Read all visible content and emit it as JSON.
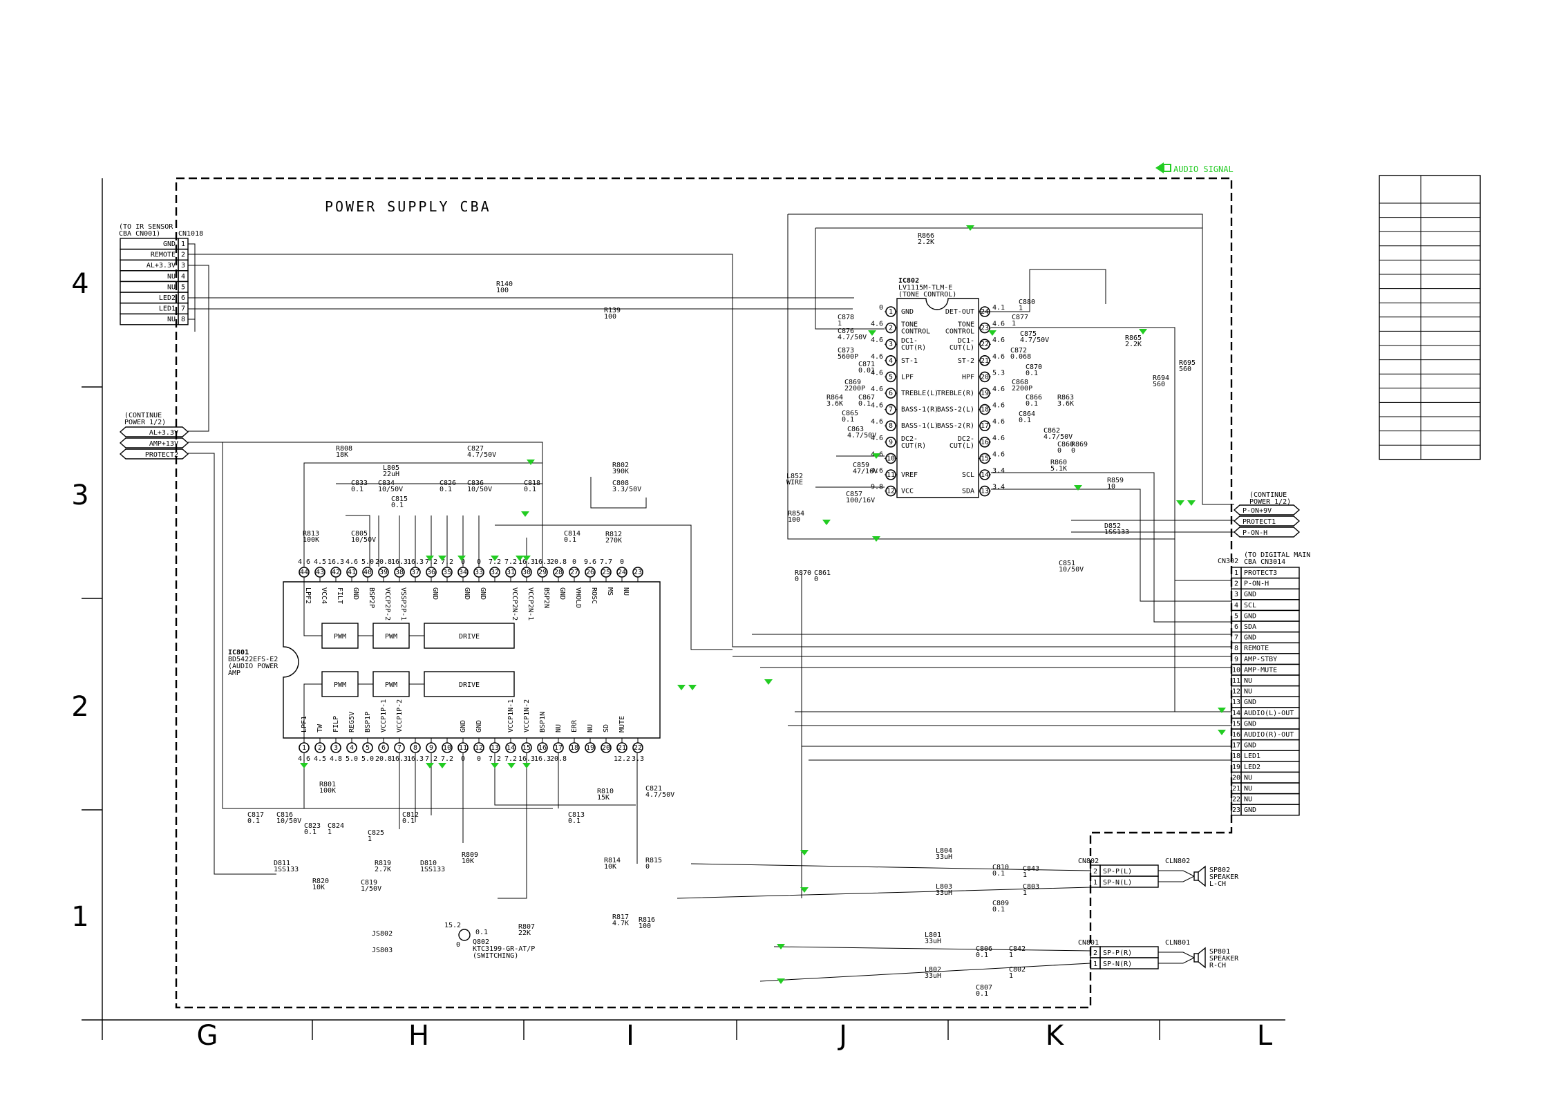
{
  "board": {
    "title": "POWER SUPPLY CBA",
    "legend": "AUDIO SIGNAL"
  },
  "grid": {
    "rows": [
      "4",
      "3",
      "2",
      "1"
    ],
    "cols": [
      "G",
      "H",
      "I",
      "J",
      "K",
      "L"
    ]
  },
  "cn1018": {
    "note1": "(TO IR SENSOR",
    "note2": "CBA CN001)",
    "ref": "CN1018",
    "pins": [
      {
        "label": "GND",
        "num": "1"
      },
      {
        "label": "REMOTE",
        "num": "2"
      },
      {
        "label": "AL+3.3V",
        "num": "3"
      },
      {
        "label": "NU",
        "num": "4"
      },
      {
        "label": "NU",
        "num": "5"
      },
      {
        "label": "LED2",
        "num": "6"
      },
      {
        "label": "LED1",
        "num": "7"
      },
      {
        "label": "NU",
        "num": "8"
      }
    ]
  },
  "continue_left": {
    "note1": "(CONTINUE",
    "note2": "POWER 1/2)",
    "signals": [
      "AL+3.3V",
      "AMP+13V",
      "PROTECT2"
    ]
  },
  "continue_right": {
    "note1": "(CONTINUE",
    "note2": "POWER 1/2)",
    "signals": [
      "P-ON+9V",
      "PROTECT1",
      "P-ON-H"
    ]
  },
  "ic801": {
    "ref": "IC801",
    "part": "BD5422EFS-E2",
    "desc1": "(AUDIO POWER",
    "desc2": "AMP",
    "top_pins": [
      "44",
      "43",
      "42",
      "41",
      "40",
      "39",
      "38",
      "37",
      "36",
      "35",
      "34",
      "33",
      "32",
      "31",
      "30",
      "29",
      "28",
      "27",
      "26",
      "25",
      "24",
      "23"
    ],
    "top_labels": [
      "LPF2",
      "VCC4",
      "FILT",
      "GND",
      "BSP2P",
      "VCCP2P-2",
      "VSSP2P-1",
      "",
      "GND",
      "",
      "GND",
      "GND",
      "",
      "VCCP2N-2",
      "VCCP2N-1",
      "BSP2N",
      "GND",
      "VHOLD",
      "ROSC",
      "MS",
      "NU",
      ""
    ],
    "top_volts": [
      "4.6",
      "4.5",
      "16.3",
      "4.6",
      "5.0",
      "20.8",
      "16.3",
      "16.3",
      "7.2",
      "7.2",
      "0",
      "0",
      "7.2",
      "7.2",
      "16.3",
      "16.3",
      "20.8",
      "0",
      "9.6",
      "7.7",
      "0",
      ""
    ],
    "bot_pins": [
      "1",
      "2",
      "3",
      "4",
      "5",
      "6",
      "7",
      "8",
      "9",
      "10",
      "11",
      "12",
      "13",
      "14",
      "15",
      "16",
      "17",
      "18",
      "19",
      "20",
      "21",
      "22"
    ],
    "bot_labels": [
      "LPF1",
      "TW",
      "FILP",
      "REG5V",
      "BSP1P",
      "VCCP1P-1",
      "VCCP1P-2",
      "",
      "",
      "",
      "GND",
      "GND",
      "",
      "VCCP1N-1",
      "VCCP1N-2",
      "BSP1N",
      "NU",
      "ERR",
      "NU",
      "SD",
      "MUTE",
      ""
    ],
    "bot_volts": [
      "4.6",
      "4.5",
      "4.8",
      "5.0",
      "5.0",
      "20.8",
      "16.3",
      "16.3",
      "7.2",
      "7.2",
      "0",
      "0",
      "7.2",
      "7.2",
      "16.3",
      "16.3",
      "20.8",
      "",
      "",
      "",
      "12.2",
      "3.3"
    ],
    "blocks": [
      "PWM",
      "PWM",
      "DRIVE",
      "PWM",
      "PWM",
      "DRIVE"
    ]
  },
  "ic802": {
    "ref": "IC802",
    "part": "LV1115M-TLM-E",
    "desc": "(TONE CONTROL)",
    "tone_label": "TONE CONTROL",
    "left": [
      {
        "num": "1",
        "label": "GND",
        "v": "0"
      },
      {
        "num": "2",
        "label": "TONE CONTROL",
        "v": "4.6"
      },
      {
        "num": "3",
        "label": "DC1- CUT(R)",
        "v": "4.6"
      },
      {
        "num": "4",
        "label": "ST-1",
        "v": "4.6"
      },
      {
        "num": "5",
        "label": "LPF",
        "v": "4.6"
      },
      {
        "num": "6",
        "label": "TREBLE(L)",
        "v": "4.6"
      },
      {
        "num": "7",
        "label": "BASS-1(R)",
        "v": "4.6"
      },
      {
        "num": "8",
        "label": "BASS-1(L)",
        "v": "4.6"
      },
      {
        "num": "9",
        "label": "DC2- CUT(R)",
        "v": "4.6"
      },
      {
        "num": "10",
        "label": "",
        "v": "4.6"
      },
      {
        "num": "11",
        "label": "VREF",
        "v": "4.6"
      },
      {
        "num": "12",
        "label": "VCC",
        "v": "9.8"
      }
    ],
    "right": [
      {
        "num": "24",
        "label": "DET-OUT",
        "v": "4.1"
      },
      {
        "num": "23",
        "label": "TONE CONTROL",
        "v": "4.6"
      },
      {
        "num": "22",
        "label": "DC1- CUT(L)",
        "v": "4.6"
      },
      {
        "num": "21",
        "label": "ST-2",
        "v": "4.6"
      },
      {
        "num": "20",
        "label": "HPF",
        "v": "5.3"
      },
      {
        "num": "19",
        "label": "TREBLE(R)",
        "v": "4.6"
      },
      {
        "num": "18",
        "label": "BASS-2(L)",
        "v": "4.6"
      },
      {
        "num": "17",
        "label": "BASS-2(R)",
        "v": "4.6"
      },
      {
        "num": "16",
        "label": "DC2- CUT(L)",
        "v": "4.6"
      },
      {
        "num": "15",
        "label": "",
        "v": "4.6"
      },
      {
        "num": "14",
        "label": "SCL",
        "v": "3.4"
      },
      {
        "num": "13",
        "label": "SDA",
        "v": "3.4"
      }
    ]
  },
  "cn302": {
    "ref": "CN302",
    "note1": "(TO DIGITAL MAIN",
    "note2": "CBA CN3014",
    "pins": [
      {
        "num": "1",
        "label": "PROTECT3"
      },
      {
        "num": "2",
        "label": "P-ON-H"
      },
      {
        "num": "3",
        "label": "GND"
      },
      {
        "num": "4",
        "label": "SCL"
      },
      {
        "num": "5",
        "label": "GND"
      },
      {
        "num": "6",
        "label": "SDA"
      },
      {
        "num": "7",
        "label": "GND"
      },
      {
        "num": "8",
        "label": "REMOTE"
      },
      {
        "num": "9",
        "label": "AMP-STBY"
      },
      {
        "num": "10",
        "label": "AMP-MUTE"
      },
      {
        "num": "11",
        "label": "NU"
      },
      {
        "num": "12",
        "label": "NU"
      },
      {
        "num": "13",
        "label": "GND"
      },
      {
        "num": "14",
        "label": "AUDIO(L)-OUT"
      },
      {
        "num": "15",
        "label": "GND"
      },
      {
        "num": "16",
        "label": "AUDIO(R)-OUT"
      },
      {
        "num": "17",
        "label": "GND"
      },
      {
        "num": "18",
        "label": "LED1"
      },
      {
        "num": "19",
        "label": "LED2"
      },
      {
        "num": "20",
        "label": "NU"
      },
      {
        "num": "21",
        "label": "NU"
      },
      {
        "num": "22",
        "label": "NU"
      },
      {
        "num": "23",
        "label": "GND"
      }
    ]
  },
  "speakers": [
    {
      "cn": "CN802",
      "cln": "CLN802",
      "sp": "SP802",
      "desc1": "SPEAKER",
      "desc2": "L-CH",
      "pins": [
        {
          "num": "2",
          "label": "SP-P(L)"
        },
        {
          "num": "1",
          "label": "SP-N(L)"
        }
      ]
    },
    {
      "cn": "CN801",
      "cln": "CLN801",
      "sp": "SP801",
      "desc1": "SPEAKER",
      "desc2": "R-CH",
      "pins": [
        {
          "num": "2",
          "label": "SP-P(R)"
        },
        {
          "num": "1",
          "label": "SP-N(R)"
        }
      ]
    }
  ],
  "q802": {
    "ref": "Q802",
    "part": "KTC3199-GR-AT/P",
    "desc": "(SWITCHING)",
    "v1": "15.2",
    "v2": "0.1",
    "v3": "0"
  },
  "parts": [
    {
      "id": "R140",
      "v": "100"
    },
    {
      "id": "R139",
      "v": "100"
    },
    {
      "id": "R808",
      "v": "18K"
    },
    {
      "id": "C827",
      "v": "4.7/50V"
    },
    {
      "id": "L805",
      "v": "22uH"
    },
    {
      "id": "C833",
      "v": "0.1"
    },
    {
      "id": "C834",
      "v": "10/50V"
    },
    {
      "id": "C826",
      "v": "0.1"
    },
    {
      "id": "C836",
      "v": "10/50V"
    },
    {
      "id": "C818",
      "v": "0.1"
    },
    {
      "id": "R802",
      "v": "390K"
    },
    {
      "id": "C808",
      "v": "3.3/50V"
    },
    {
      "id": "C815",
      "v": "0.1"
    },
    {
      "id": "R813",
      "v": "100K"
    },
    {
      "id": "C805",
      "v": "10/50V"
    },
    {
      "id": "C814",
      "v": "0.1"
    },
    {
      "id": "R812",
      "v": "270K"
    },
    {
      "id": "R801",
      "v": "100K"
    },
    {
      "id": "C817",
      "v": "0.1"
    },
    {
      "id": "C816",
      "v": "10/50V"
    },
    {
      "id": "C823",
      "v": "0.1"
    },
    {
      "id": "C824",
      "v": "1"
    },
    {
      "id": "C825",
      "v": "1"
    },
    {
      "id": "C812",
      "v": "0.1"
    },
    {
      "id": "R810",
      "v": "15K"
    },
    {
      "id": "C821",
      "v": "4.7/50V"
    },
    {
      "id": "C813",
      "v": "0.1"
    },
    {
      "id": "R809",
      "v": "10K"
    },
    {
      "id": "R814",
      "v": "10K"
    },
    {
      "id": "R815",
      "v": "0"
    },
    {
      "id": "D811",
      "v": "1SS133"
    },
    {
      "id": "R820",
      "v": "10K"
    },
    {
      "id": "C819",
      "v": "1/50V"
    },
    {
      "id": "R819",
      "v": "2.7K"
    },
    {
      "id": "D810",
      "v": "1SS133"
    },
    {
      "id": "R817",
      "v": "4.7K"
    },
    {
      "id": "R816",
      "v": "100"
    },
    {
      "id": "R807",
      "v": "22K"
    },
    {
      "id": "JS802",
      "v": ""
    },
    {
      "id": "JS803",
      "v": ""
    },
    {
      "id": "R866",
      "v": "2.2K"
    },
    {
      "id": "R865",
      "v": "2.2K"
    },
    {
      "id": "R695",
      "v": "560"
    },
    {
      "id": "R694",
      "v": "560"
    },
    {
      "id": "C878",
      "v": "1"
    },
    {
      "id": "C876",
      "v": "4.7/50V"
    },
    {
      "id": "C873",
      "v": "5600P"
    },
    {
      "id": "C871",
      "v": "0.01"
    },
    {
      "id": "C869",
      "v": "2200P"
    },
    {
      "id": "C867",
      "v": "0.1"
    },
    {
      "id": "R864",
      "v": "3.6K"
    },
    {
      "id": "C865",
      "v": "0.1"
    },
    {
      "id": "C863",
      "v": "4.7/50V"
    },
    {
      "id": "C880",
      "v": "1"
    },
    {
      "id": "C877",
      "v": "1"
    },
    {
      "id": "C875",
      "v": "4.7/50V"
    },
    {
      "id": "C872",
      "v": "0.068"
    },
    {
      "id": "C870",
      "v": "0.1"
    },
    {
      "id": "C868",
      "v": "2200P"
    },
    {
      "id": "C866",
      "v": "0.1"
    },
    {
      "id": "R863",
      "v": "3.6K"
    },
    {
      "id": "C864",
      "v": "0.1"
    },
    {
      "id": "C862",
      "v": "4.7/50V"
    },
    {
      "id": "C860",
      "v": "0"
    },
    {
      "id": "R869",
      "v": "0"
    },
    {
      "id": "R860",
      "v": "5.1K"
    },
    {
      "id": "R859",
      "v": "10"
    },
    {
      "id": "C859",
      "v": "47/16V"
    },
    {
      "id": "L852",
      "v": "WIRE"
    },
    {
      "id": "C857",
      "v": "100/16V"
    },
    {
      "id": "R854",
      "v": "100"
    },
    {
      "id": "D852",
      "v": "1SS133"
    },
    {
      "id": "C851",
      "v": "10/50V"
    },
    {
      "id": "R870",
      "v": "0"
    },
    {
      "id": "C861",
      "v": "0"
    },
    {
      "id": "L804",
      "v": "33uH"
    },
    {
      "id": "C810",
      "v": "0.1"
    },
    {
      "id": "C843",
      "v": "1"
    },
    {
      "id": "L803",
      "v": "33uH"
    },
    {
      "id": "C803",
      "v": "1"
    },
    {
      "id": "C809",
      "v": "0.1"
    },
    {
      "id": "L801",
      "v": "33uH"
    },
    {
      "id": "C806",
      "v": "0.1"
    },
    {
      "id": "C842",
      "v": "1"
    },
    {
      "id": "L802",
      "v": "33uH"
    },
    {
      "id": "C802",
      "v": "1"
    },
    {
      "id": "C807",
      "v": "0.1"
    }
  ]
}
